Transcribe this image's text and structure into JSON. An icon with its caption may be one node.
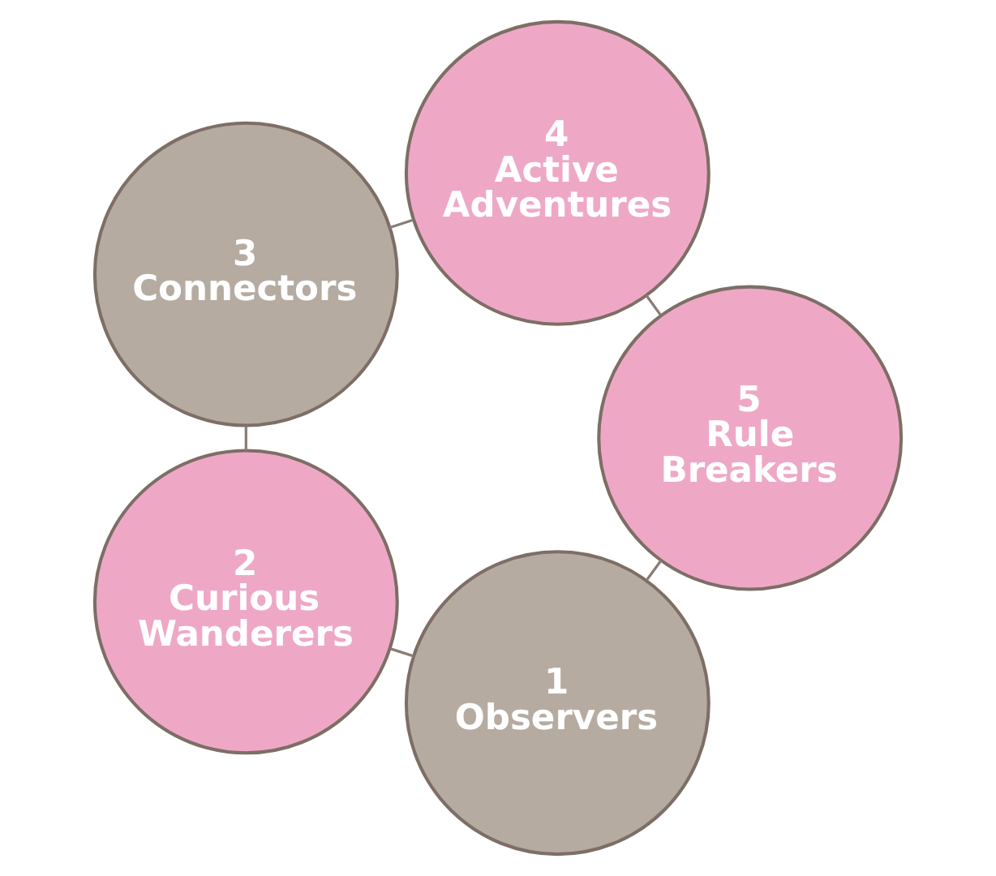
{
  "diagram": {
    "nodes": [
      {
        "text": [
          "1",
          "Observers"
        ]
      },
      {
        "text": [
          "2",
          "Curious Wanderers"
        ]
      },
      {
        "text": [
          "3",
          "Connectors"
        ]
      },
      {
        "text": [
          "4",
          "Active Adventures"
        ]
      },
      {
        "text": [
          "5",
          "Rule Breakers"
        ]
      }
    ],
    "edges": [
      {
        "from": 0,
        "to": 1,
        "arrow": "none"
      },
      {
        "from": 1,
        "to": 2,
        "arrow": "none"
      },
      {
        "from": 2,
        "to": 3,
        "arrow": "none"
      },
      {
        "from": 3,
        "to": 4,
        "arrow": "none"
      },
      {
        "from": 4,
        "to": 0,
        "arrow": "none"
      }
    ]
  }
}
